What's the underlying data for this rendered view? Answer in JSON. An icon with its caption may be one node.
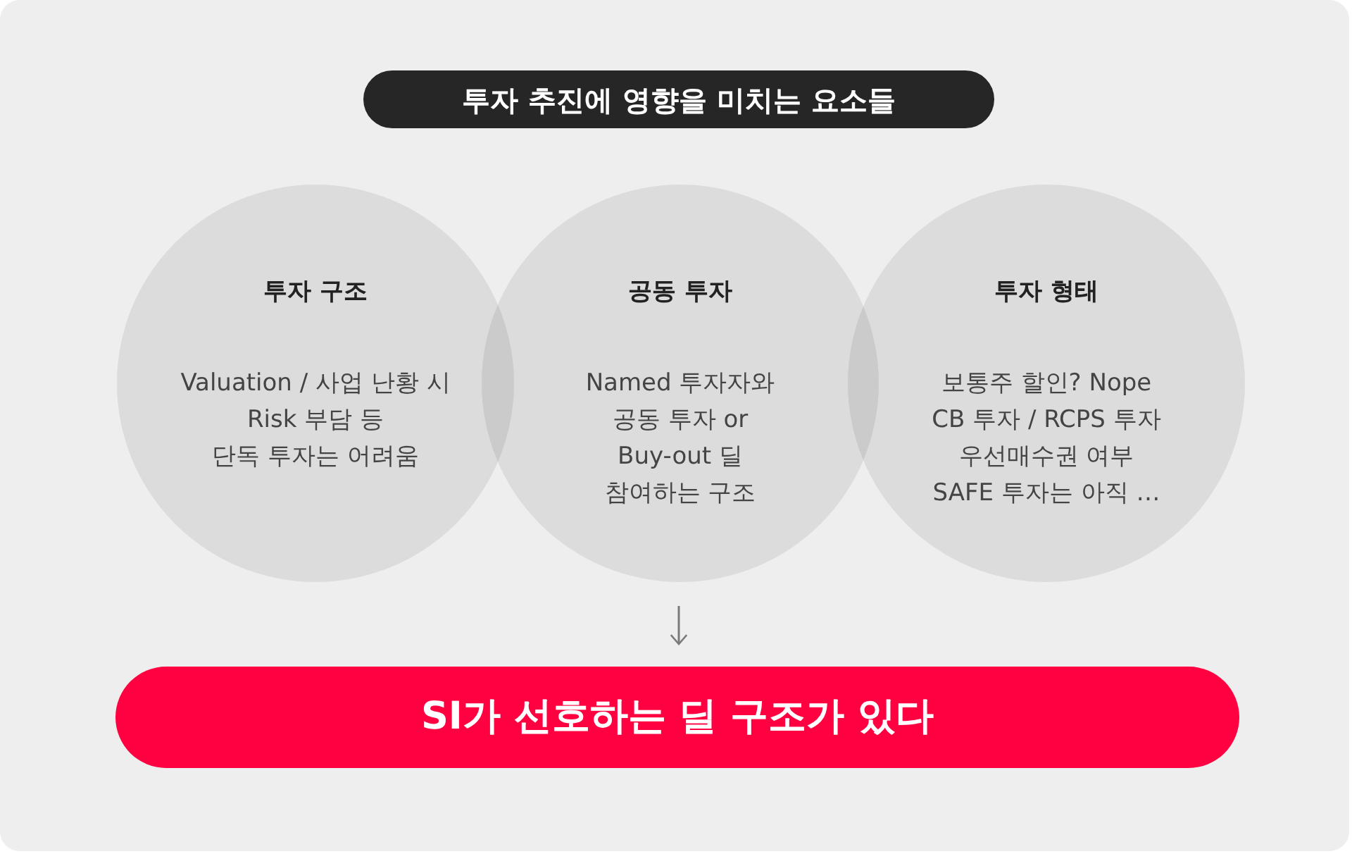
{
  "diagram": {
    "nodes": [
      {
        "text": [
          "투자 추진에 영향을 미치는 요소들"
        ]
      },
      {
        "text": [
          "투자 구조",
          "Valuation / 사업 난황 시 Risk 부담 등",
          "단독 투자는 어려움"
        ]
      },
      {
        "text": [
          "공동 투자",
          "Named 투자자와 공동 투자 or Buy-out 딜 참여하는 구조"
        ]
      },
      {
        "text": [
          "투자 형태",
          "보통주 할인? Nope",
          "CB 투자 / RCPS 투자",
          "우선매수권 여부",
          "SAFE 투자는 아직 …"
        ]
      },
      {
        "text": [
          "SI가 선호하는 딜 구조가 있다"
        ]
      }
    ],
    "edges": [
      {
        "from": 2,
        "to": 4,
        "arrow": "to"
      }
    ]
  }
}
